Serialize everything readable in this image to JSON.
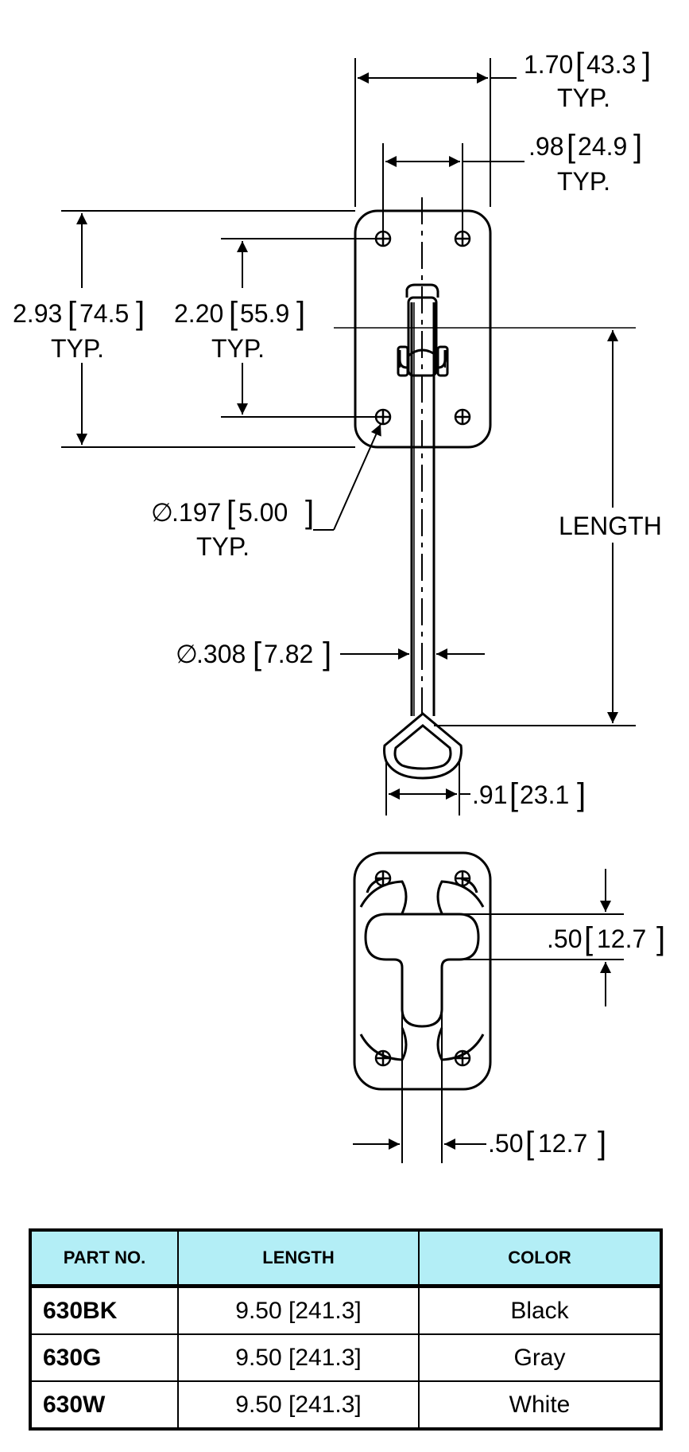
{
  "callouts": {
    "plate_width": {
      "imperial": "1.70",
      "metric": "43.3",
      "note": "TYP."
    },
    "hole_spacing": {
      "imperial": ".98",
      "metric": "24.9",
      "note": "TYP."
    },
    "plate_height": {
      "imperial": "2.93",
      "metric": "74.5",
      "note": "TYP."
    },
    "hole_height": {
      "imperial": "2.20",
      "metric": "55.9",
      "note": "TYP."
    },
    "hole_diameter": {
      "symbol": "∅",
      "imperial": ".197",
      "metric": "5.00",
      "note": "TYP."
    },
    "rod_diameter": {
      "symbol": "∅",
      "imperial": ".308",
      "metric": "7.82"
    },
    "length": {
      "label": "LENGTH"
    },
    "loop_width": {
      "imperial": ".91",
      "metric": "23.1"
    },
    "slot_height": {
      "imperial": ".50",
      "metric": "12.7"
    },
    "slot_width": {
      "imperial": ".50",
      "metric": "12.7"
    }
  },
  "table": {
    "headers": [
      "PART NO.",
      "LENGTH",
      "COLOR"
    ],
    "rows": [
      [
        "630BK",
        "9.50 [241.3]",
        "Black"
      ],
      [
        "630G",
        "9.50 [241.3]",
        "Gray"
      ],
      [
        "630W",
        "9.50 [241.3]",
        "White"
      ]
    ],
    "header_color": "#b3eef6"
  }
}
